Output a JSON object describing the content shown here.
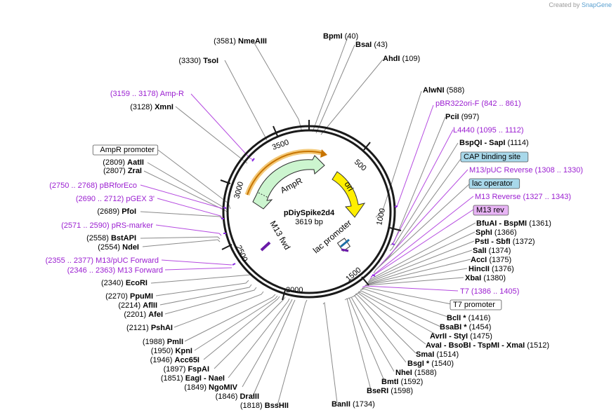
{
  "credit": {
    "prefix": "Created by",
    "brand": "SnapGene"
  },
  "plasmid": {
    "name": "pDiySpike2d4",
    "length": "3619 bp"
  },
  "ruler": [
    "500",
    "1000",
    "1500",
    "2000",
    "2500",
    "3000",
    "3500"
  ],
  "features": {
    "ampr": "AmpR",
    "ori": "ori",
    "lac_promoter": "lac promoter",
    "m13_fwd": "M13 fwd"
  },
  "right_labels": [
    {
      "name": "BpmI",
      "pos": "(40)"
    },
    {
      "name": "BsaI",
      "pos": "(43)"
    },
    {
      "name": "AhdI",
      "pos": "(109)"
    },
    {
      "name": "AlwNI",
      "pos": "(588)"
    },
    {
      "name": "pBR322ori-F",
      "pos": "(842 .. 861)"
    },
    {
      "name": "PciI",
      "pos": "(997)"
    },
    {
      "name": "L4440",
      "pos": "(1095 .. 1112)"
    },
    {
      "name": "BspQI - SapI",
      "pos": "(1114)"
    },
    {
      "name": "CAP binding site",
      "pos": ""
    },
    {
      "name": "M13/pUC Reverse",
      "pos": "(1308 .. 1330)"
    },
    {
      "name": "lac operator",
      "pos": ""
    },
    {
      "name": "M13 Reverse",
      "pos": "(1327 .. 1343)"
    },
    {
      "name": "M13 rev",
      "pos": ""
    },
    {
      "name": "BfuAI - BspMI",
      "pos": "(1361)"
    },
    {
      "name": "SphI",
      "pos": "(1366)"
    },
    {
      "name": "PstI - SbfI",
      "pos": "(1372)"
    },
    {
      "name": "SalI",
      "pos": "(1374)"
    },
    {
      "name": "AccI",
      "pos": "(1375)"
    },
    {
      "name": "HincII",
      "pos": "(1376)"
    },
    {
      "name": "XbaI",
      "pos": "(1380)"
    },
    {
      "name": "T7",
      "pos": "(1386 .. 1405)"
    },
    {
      "name": "T7 promoter",
      "pos": ""
    },
    {
      "name": "BclI *",
      "pos": "(1416)"
    },
    {
      "name": "BsaBI *",
      "pos": "(1454)"
    },
    {
      "name": "AvrII - StyI",
      "pos": "(1475)"
    },
    {
      "name": "AvaI - BsoBI - TspMI - XmaI",
      "pos": "(1512)"
    },
    {
      "name": "SmaI",
      "pos": "(1514)"
    },
    {
      "name": "BsgI *",
      "pos": "(1540)"
    },
    {
      "name": "NheI",
      "pos": "(1588)"
    },
    {
      "name": "BmtI",
      "pos": "(1592)"
    },
    {
      "name": "BseRI",
      "pos": "(1598)"
    },
    {
      "name": "BanII",
      "pos": "(1734)"
    }
  ],
  "left_labels": [
    {
      "name": "NmeAIII",
      "pos": "(3581)"
    },
    {
      "name": "TsoI",
      "pos": "(3330)"
    },
    {
      "name": "Amp-R",
      "pos": "(3159 .. 3178)"
    },
    {
      "name": "XmnI",
      "pos": "(3128)"
    },
    {
      "name": "AmpR promoter",
      "pos": ""
    },
    {
      "name": "AatII",
      "pos": "(2809)"
    },
    {
      "name": "ZraI",
      "pos": "(2807)"
    },
    {
      "name": "pBRforEco",
      "pos": "(2750 .. 2768)"
    },
    {
      "name": "pGEX 3'",
      "pos": "(2690 .. 2712)"
    },
    {
      "name": "PfoI",
      "pos": "(2689)"
    },
    {
      "name": "pRS-marker",
      "pos": "(2571 .. 2590)"
    },
    {
      "name": "BstAPI",
      "pos": "(2558)"
    },
    {
      "name": "NdeI",
      "pos": "(2554)"
    },
    {
      "name": "M13/pUC Forward",
      "pos": "(2355 .. 2377)"
    },
    {
      "name": "M13 Forward",
      "pos": "(2346 .. 2363)"
    },
    {
      "name": "EcoRI",
      "pos": "(2340)"
    },
    {
      "name": "PpuMI",
      "pos": "(2270)"
    },
    {
      "name": "AflII",
      "pos": "(2214)"
    },
    {
      "name": "AfeI",
      "pos": "(2201)"
    },
    {
      "name": "PshAI",
      "pos": "(2121)"
    },
    {
      "name": "PmlI",
      "pos": "(1988)"
    },
    {
      "name": "KpnI",
      "pos": "(1950)"
    },
    {
      "name": "Acc65I",
      "pos": "(1946)"
    },
    {
      "name": "FspAI",
      "pos": "(1897)"
    },
    {
      "name": "EagI - NaeI",
      "pos": "(1851)"
    },
    {
      "name": "NgoMIV",
      "pos": "(1849)"
    },
    {
      "name": "DraIII",
      "pos": "(1846)"
    },
    {
      "name": "BssHII",
      "pos": "(1818)"
    }
  ]
}
